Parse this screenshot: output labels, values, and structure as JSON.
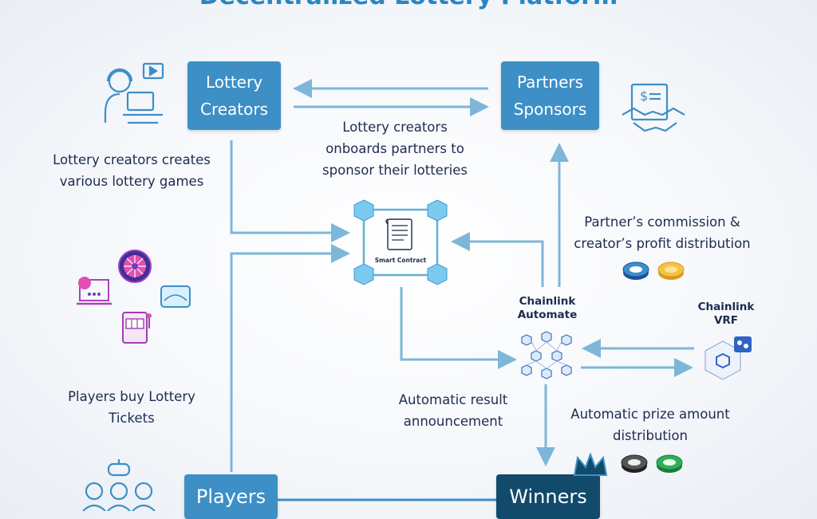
{
  "title": "Decentralized Lottery Platform",
  "nodes": {
    "lottery_creators": [
      "Lottery",
      "Creators"
    ],
    "partners_sponsors": [
      "Partners",
      "Sponsors"
    ],
    "players": "Players",
    "winners": "Winners"
  },
  "contract_label": "Smart Contract",
  "labels": {
    "creators_create": [
      "Lottery creators creates",
      "various lottery games"
    ],
    "onboard": [
      "Lottery creators",
      "onboards partners to",
      "sponsor their lotteries"
    ],
    "commission": [
      "Partner’s commission &",
      "creator’s profit distribution"
    ],
    "players_buy": [
      "Players buy Lottery",
      "Tickets"
    ],
    "result": [
      "Automatic result",
      "announcement"
    ],
    "prize": [
      "Automatic prize amount",
      "distribution"
    ],
    "chainlink_automate": [
      "Chainlink",
      "Automate"
    ],
    "chainlink_vrf": [
      "Chainlink",
      "VRF"
    ]
  },
  "colors": {
    "title": "#2a86c0",
    "node_blue": "#3d8fc6",
    "node_dark": "#114a6a",
    "arrow": "#7db6d8"
  },
  "icons": [
    "support-agent-icon",
    "contract-handshake-icon",
    "prize-wheel-icon",
    "slot-machine-icon",
    "casino-table-icon",
    "card-laptop-icon",
    "poker-chips-icon",
    "gold-coin-icon",
    "crown-icon",
    "gamepad-icon",
    "players-group-icon",
    "blockchain-network-icon",
    "vrf-cube-icon"
  ]
}
